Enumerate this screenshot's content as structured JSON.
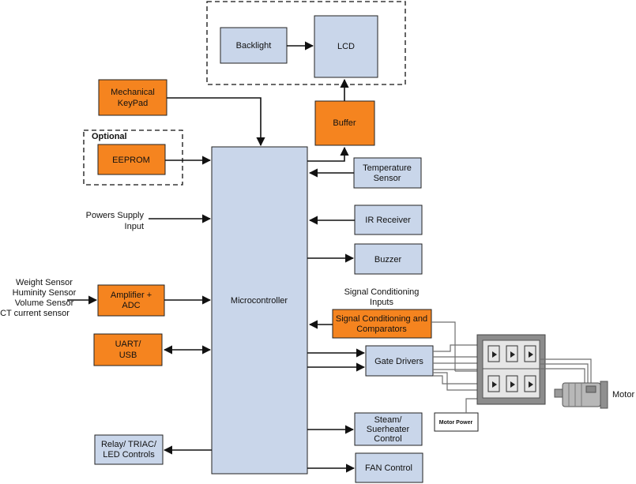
{
  "blocks": {
    "backlight": "Backlight",
    "lcd": "LCD",
    "keypad": [
      "Mechanical",
      "KeyPad"
    ],
    "optional": "Optional",
    "eeprom": "EEPROM",
    "buffer": "Buffer",
    "temperature": [
      "Temperature",
      "Sensor"
    ],
    "power_supply": [
      "Powers Supply",
      "Input"
    ],
    "ir_receiver": "IR Receiver",
    "buzzer": "Buzzer",
    "sensors": [
      "Weight Sensor",
      "Huminity Sensor",
      "Volume Sensor",
      "CT current sensor"
    ],
    "amplifier": [
      "Amplifier +",
      "ADC"
    ],
    "microcontroller": "Microcontroller",
    "signal_inputs": [
      "Signal Conditioning",
      "Inputs"
    ],
    "signal_block": [
      "Signal Conditioning and",
      "Comparators"
    ],
    "uart": [
      "UART/",
      "USB"
    ],
    "gate_drivers": "Gate Drivers",
    "motor": "Motor",
    "motor_power": "Motor Power",
    "steam": [
      "Steam/",
      "Suerheater",
      "Control"
    ],
    "relay": [
      "Relay/ TRIAC/",
      "LED Controls"
    ],
    "fan": "FAN Control"
  },
  "colors": {
    "block_fill": "#c9d6ea",
    "accent_fill": "#f5841f",
    "border": "#222222"
  }
}
